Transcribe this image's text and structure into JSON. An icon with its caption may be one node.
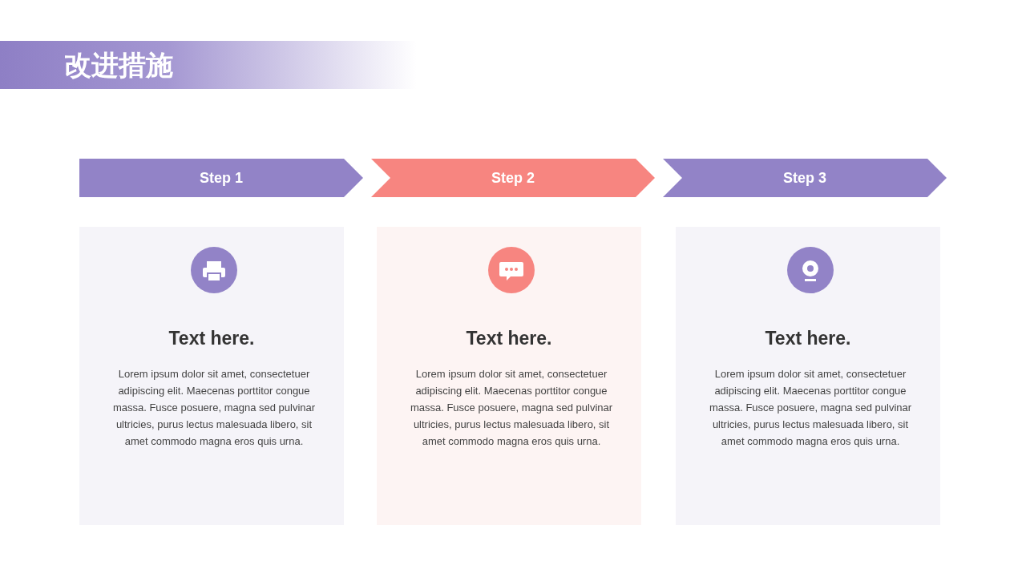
{
  "diagram": {
    "title": "改进措施",
    "nodes": [
      {
        "text": [
          "Step 1"
        ]
      },
      {
        "text": [
          "Step 2"
        ]
      },
      {
        "text": [
          "Step 3"
        ]
      },
      {
        "text": [
          "Text here.",
          "Lorem ipsum dolor sit amet, consectetuer adipiscing elit. Maecenas porttitor congue massa. Fusce posuere, magna sed pulvinar ultricies, purus lectus malesuada libero, sit amet commodo magna eros quis urna."
        ]
      },
      {
        "text": [
          "Text here.",
          "Lorem ipsum dolor sit amet, consectetuer adipiscing elit. Maecenas porttitor congue massa. Fusce posuere, magna sed pulvinar ultricies, purus lectus malesuada libero, sit amet commodo magna eros quis urna."
        ]
      },
      {
        "text": [
          "Text here.",
          "Lorem ipsum dolor sit amet, consectetuer adipiscing elit. Maecenas porttitor congue massa. Fusce posuere, magna sed pulvinar ultricies, purus lectus malesuada libero, sit amet commodo magna eros quis urna."
        ]
      }
    ]
  }
}
